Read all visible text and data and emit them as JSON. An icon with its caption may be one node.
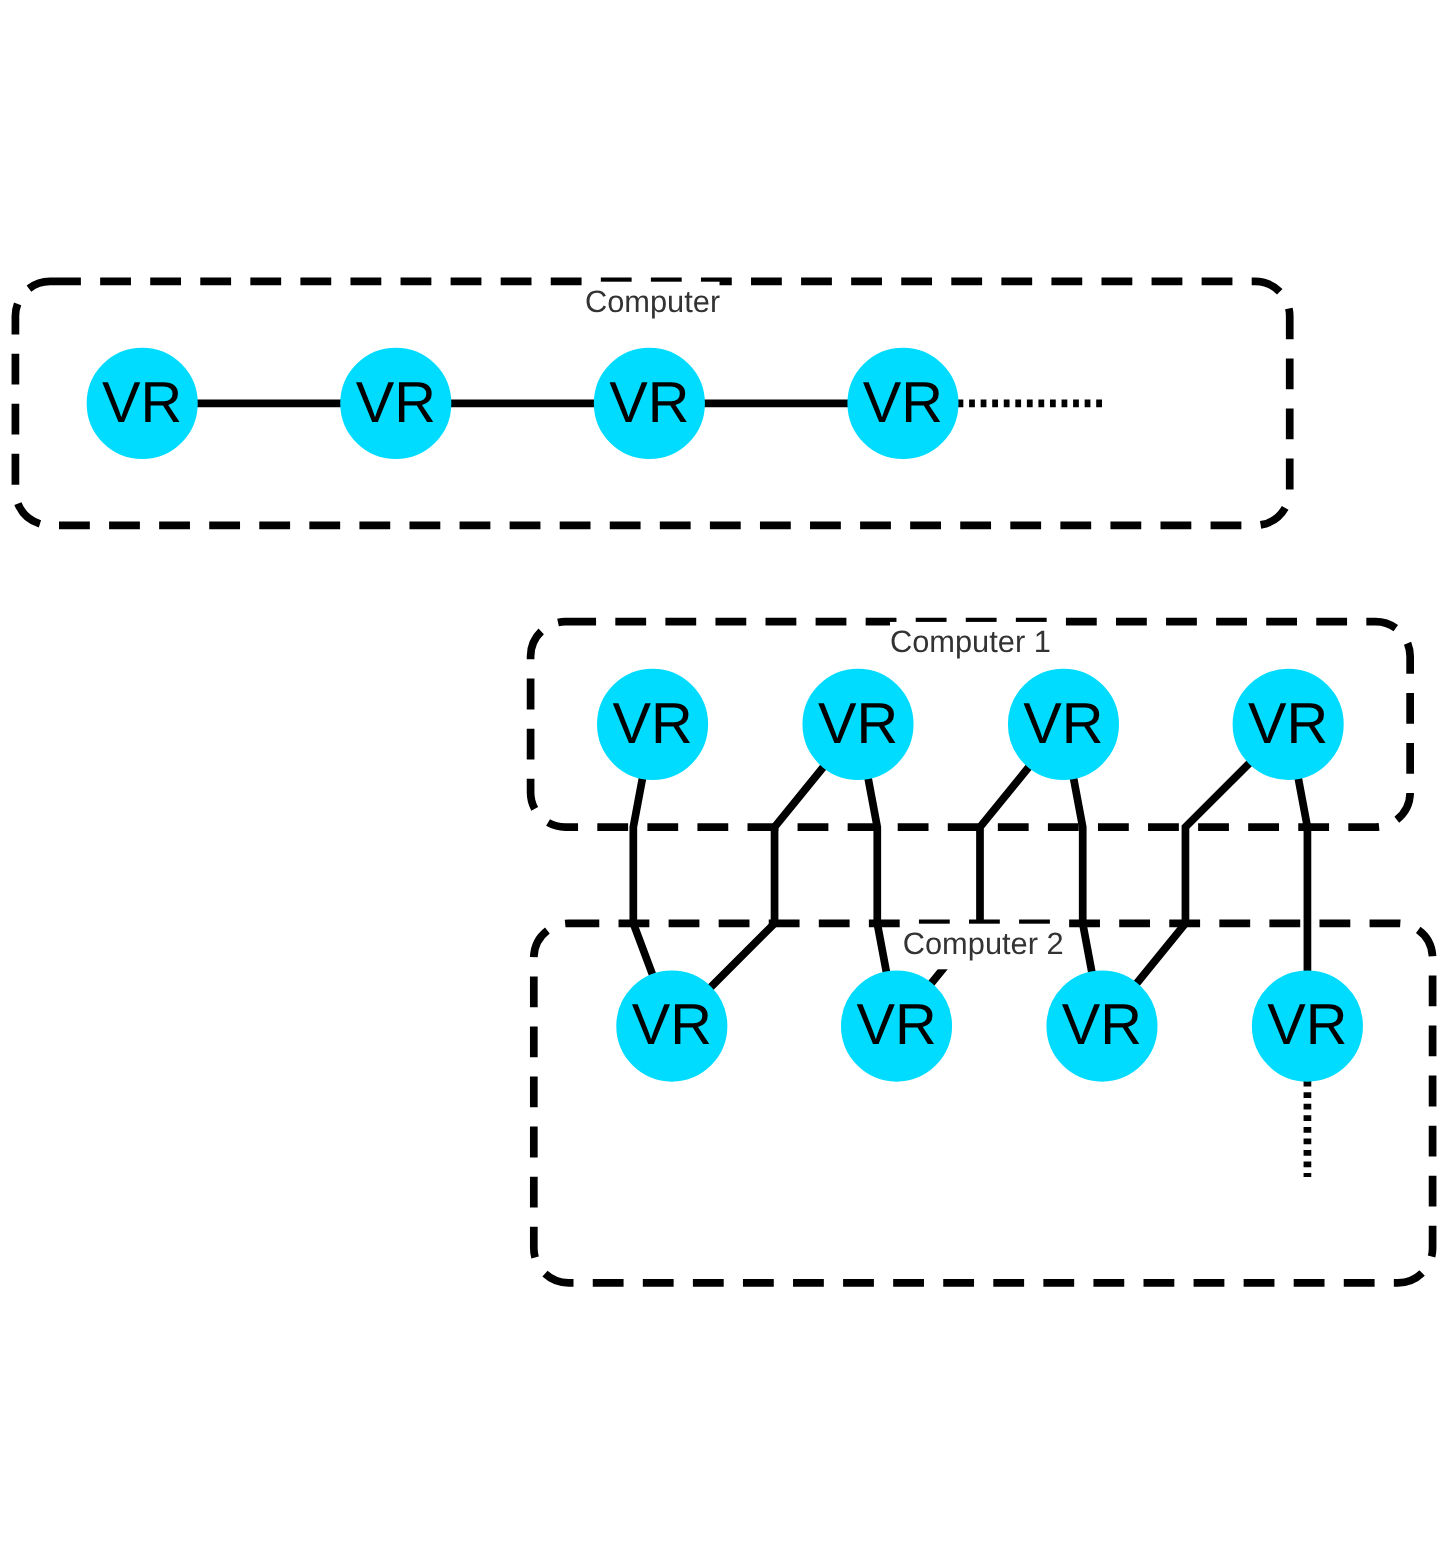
{
  "diagram": {
    "nodes": [
      {
        "text": [
          "Computer"
        ]
      },
      {
        "text": [
          "VR"
        ],
        "in": 0
      },
      {
        "text": [
          "VR"
        ],
        "in": 0
      },
      {
        "text": [
          "VR"
        ],
        "in": 0
      },
      {
        "text": [
          "VR"
        ],
        "in": 0
      },
      {
        "text": [
          "Computer 1"
        ]
      },
      {
        "text": [
          "VR"
        ],
        "in": 5
      },
      {
        "text": [
          "VR"
        ],
        "in": 5
      },
      {
        "text": [
          "VR"
        ],
        "in": 5
      },
      {
        "text": [
          "VR"
        ],
        "in": 5
      },
      {
        "text": [
          "Computer 2"
        ]
      },
      {
        "text": [
          "VR"
        ],
        "in": 10
      },
      {
        "text": [
          "VR"
        ],
        "in": 10
      },
      {
        "text": [
          "VR"
        ],
        "in": 10
      },
      {
        "text": [
          "VR"
        ],
        "in": 10
      }
    ],
    "edges": [
      {
        "from": 1,
        "to": 2,
        "arrow": "none"
      },
      {
        "from": 2,
        "to": 3,
        "arrow": "none"
      },
      {
        "from": 3,
        "to": 4,
        "arrow": "none"
      },
      {
        "from": 4,
        "to": null,
        "arrow": "none",
        "style": "dashed"
      },
      {
        "from": 6,
        "to": 11,
        "arrow": "none"
      },
      {
        "from": 7,
        "to": 11,
        "arrow": "none"
      },
      {
        "from": 7,
        "to": 12,
        "arrow": "none"
      },
      {
        "from": 8,
        "to": 12,
        "arrow": "none"
      },
      {
        "from": 8,
        "to": 13,
        "arrow": "none"
      },
      {
        "from": 9,
        "to": 13,
        "arrow": "none"
      },
      {
        "from": 9,
        "to": 14,
        "arrow": "none"
      },
      {
        "from": 14,
        "to": null,
        "arrow": "none",
        "style": "dashed"
      }
    ]
  }
}
